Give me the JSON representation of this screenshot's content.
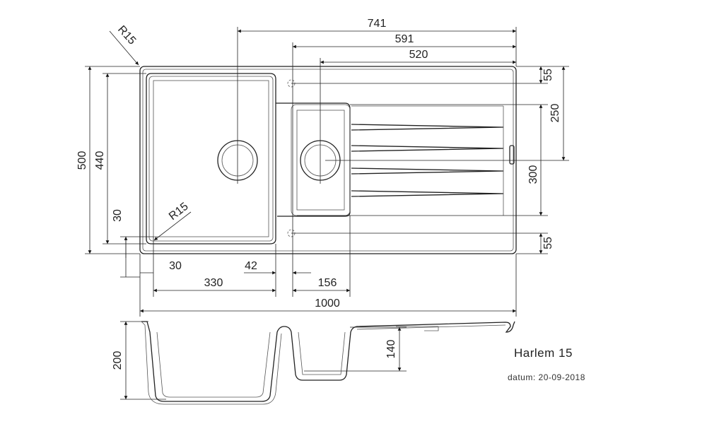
{
  "product": {
    "name": "Harlem 15",
    "date": "datum: 20-09-2018"
  },
  "dimensions": {
    "d741": "741",
    "d591": "591",
    "d520": "520",
    "r15_corner": "R15",
    "r15_bowl": "R15",
    "d55_top": "55",
    "d250": "250",
    "d300": "300",
    "d55_bottom": "55",
    "d500": "500",
    "d440": "440",
    "d30_left": "30",
    "d30_bottom": "30",
    "d42": "42",
    "d330": "330",
    "d156": "156",
    "d1000": "1000",
    "d200": "200",
    "d140": "140"
  }
}
